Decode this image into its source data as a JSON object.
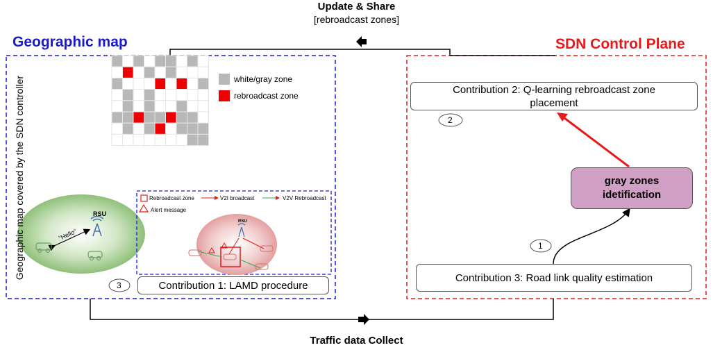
{
  "top": {
    "title": "Update & Share",
    "subtitle": "[rebroadcast zones]"
  },
  "bottom": {
    "title": "Traffic data Collect"
  },
  "left_panel": {
    "title": "Geographic map",
    "vertical_label": "Geographic map covered by the SDN controller",
    "legend": {
      "white_gray": "white/gray zone",
      "rebroadcast": "rebroadcast zone"
    },
    "grid": {
      "rows": 8,
      "cols": 9,
      "gray": [
        [
          0,
          0
        ],
        [
          0,
          2
        ],
        [
          0,
          4
        ],
        [
          0,
          5
        ],
        [
          0,
          7
        ],
        [
          1,
          3
        ],
        [
          1,
          5
        ],
        [
          2,
          0
        ],
        [
          2,
          6
        ],
        [
          2,
          8
        ],
        [
          3,
          1
        ],
        [
          3,
          3
        ],
        [
          4,
          1
        ],
        [
          4,
          3
        ],
        [
          4,
          6
        ],
        [
          5,
          0
        ],
        [
          5,
          1
        ],
        [
          5,
          3
        ],
        [
          5,
          4
        ],
        [
          5,
          6
        ],
        [
          5,
          7
        ],
        [
          6,
          1
        ],
        [
          6,
          3
        ],
        [
          6,
          6
        ],
        [
          6,
          7
        ],
        [
          6,
          8
        ],
        [
          7,
          7
        ],
        [
          7,
          8
        ]
      ],
      "red": [
        [
          1,
          1
        ],
        [
          2,
          4
        ],
        [
          2,
          6
        ],
        [
          5,
          2
        ],
        [
          5,
          5
        ],
        [
          6,
          4
        ]
      ],
      "colors": {
        "gray": "#b8b8b8",
        "red": "#ee0000",
        "line": "#ffffff"
      }
    },
    "left_scene": {
      "rsu": "RSU",
      "hello": "\"Hello\""
    },
    "inset": {
      "legend_rebroadcast_zone": "Rebroadcast zone",
      "legend_v2i": "V2I broadcast",
      "legend_v2v": "V2V Rebroadcast",
      "legend_alert": "Alert message",
      "rsu": "RSU"
    },
    "step_number": "3",
    "contribution": "Contribution 1: LAMD procedure",
    "border_color": "#1a1acc"
  },
  "right_panel": {
    "title": "SDN Control Plane",
    "contribution2_line1": "Contribution 2: Q-learning rebroadcast zone",
    "contribution2_line2": "placement",
    "step2": "2",
    "gray_line1": "gray zones",
    "gray_line2": "idetification",
    "step1": "1",
    "contribution3": "Contribution 3: Road link quality estimation",
    "border_color": "#e8191a",
    "gray_box_color": "#cfa0c4"
  }
}
